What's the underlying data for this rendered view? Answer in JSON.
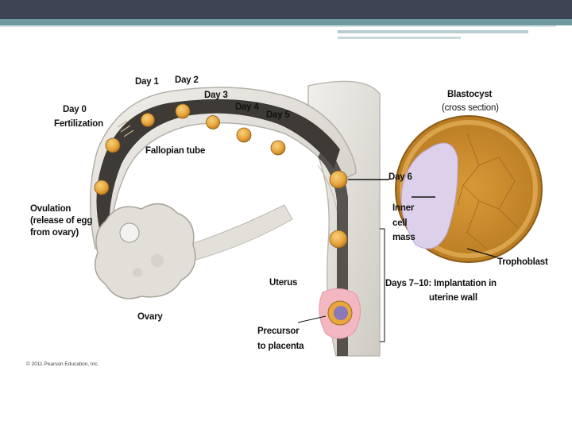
{
  "slide": {
    "colors": {
      "top_bar": "#3d4554",
      "accent_bar": "#6f9aa0"
    }
  },
  "figure": {
    "labels": {
      "day0": "Day 0",
      "fertilization": "Fertilization",
      "day1": "Day 1",
      "day2": "Day 2",
      "day3": "Day 3",
      "day4": "Day 4",
      "day5": "Day 5",
      "day6": "Day 6",
      "fallopian_tube": "Fallopian tube",
      "ovulation_line1": "Ovulation",
      "ovulation_line2": "(release of egg",
      "ovulation_line3": "from ovary)",
      "ovary": "Ovary",
      "uterus": "Uterus",
      "blastocyst_title": "Blastocyst",
      "blastocyst_subtitle": "(cross section)",
      "inner_cell_mass_line1": "Inner",
      "inner_cell_mass_line2": "cell",
      "inner_cell_mass_line3": "mass",
      "trophoblast": "Trophoblast",
      "days7_10_bold": "Days 7–10:",
      "days7_10_rest": "Implantation in",
      "days7_10_line2": "uterine wall",
      "precursor_line1": "Precursor",
      "precursor_line2": "to placenta",
      "copyright": "© 2011 Pearson Education, Inc."
    },
    "colors": {
      "tube_lumen": "#3e3b37",
      "tissue": "#e6e3de",
      "embryo": "#e8a63c",
      "blastocyst_cells": "#d6962f",
      "inner_cell_mass": "#ddd0ea",
      "implantation": "#f2b7c0"
    }
  }
}
